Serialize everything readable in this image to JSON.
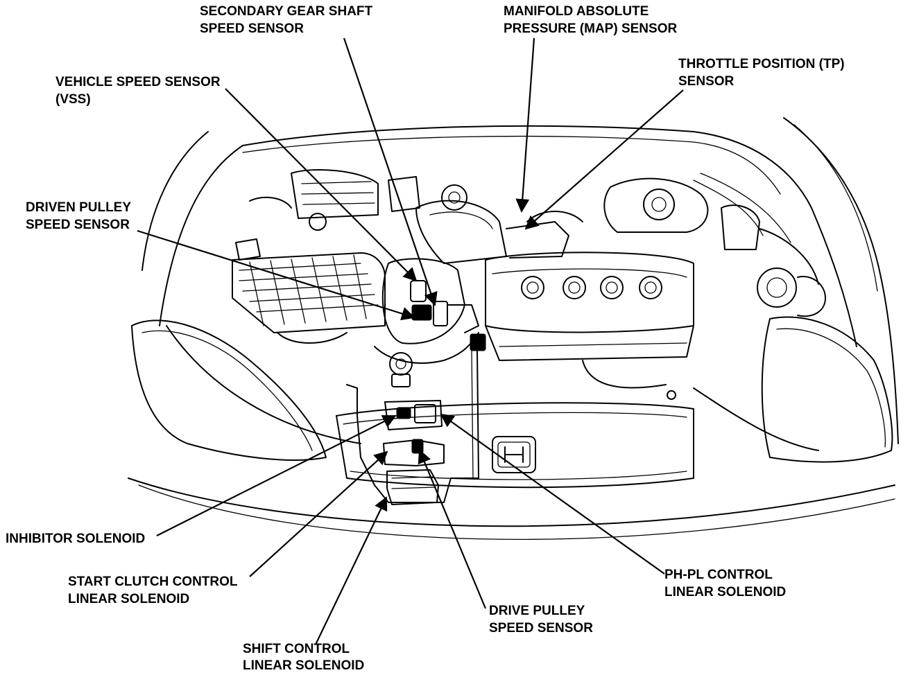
{
  "labels": {
    "secondary_gear_shaft": [
      "SECONDARY GEAR SHAFT",
      "SPEED SENSOR"
    ],
    "map_sensor": [
      "MANIFOLD ABSOLUTE",
      "PRESSURE (MAP) SENSOR"
    ],
    "tp_sensor": [
      "THROTTLE POSITION (TP)",
      "SENSOR"
    ],
    "vss": [
      "VEHICLE SPEED SENSOR",
      "(VSS)"
    ],
    "driven_pulley": [
      "DRIVEN PULLEY",
      "SPEED SENSOR"
    ],
    "inhibitor_solenoid": [
      "INHIBITOR SOLENOID"
    ],
    "start_clutch": [
      "START CLUTCH CONTROL",
      "LINEAR SOLENOID"
    ],
    "ph_pl_control": [
      "PH-PL CONTROL",
      "LINEAR SOLENOID"
    ],
    "drive_pulley": [
      "DRIVE PULLEY",
      "SPEED SENSOR"
    ],
    "shift_control": [
      "SHIFT CONTROL",
      "LINEAR SOLENOID"
    ]
  },
  "colors": {
    "ink": "#000000",
    "paper": "#ffffff"
  }
}
